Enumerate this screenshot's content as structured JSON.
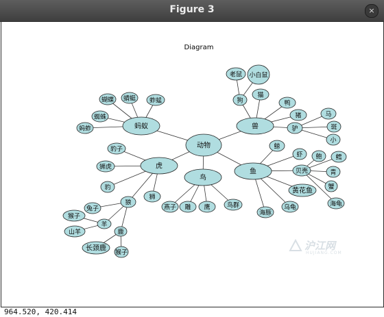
{
  "window": {
    "title": "Figure 3",
    "close_glyph": "×"
  },
  "diagram": {
    "title": "Diagram",
    "node_fill": "#b0dde0",
    "edge_color": "#333333",
    "nodes": {
      "root": {
        "label": "动物"
      },
      "ant": {
        "label": "蚂蚁"
      },
      "tiger": {
        "label": "虎"
      },
      "bird": {
        "label": "鸟"
      },
      "fish": {
        "label": "鱼"
      },
      "beast": {
        "label": "兽"
      },
      "a1": {
        "label": "蝴蝶"
      },
      "a2": {
        "label": "蜻蜓"
      },
      "a3": {
        "label": "蚱蜢"
      },
      "a4": {
        "label": "蜘蛛"
      },
      "a5": {
        "label": "蚂蚱"
      },
      "t1": {
        "label": "豹子"
      },
      "t2": {
        "label": "狮虎"
      },
      "t3": {
        "label": "豹"
      },
      "t4": {
        "label": "狼"
      },
      "t5": {
        "label": "狮"
      },
      "w1": {
        "label": "兔子"
      },
      "w2": {
        "label": "猴子"
      },
      "w3": {
        "label": "羊"
      },
      "w4": {
        "label": "山羊"
      },
      "w5": {
        "label": "鹿"
      },
      "w6": {
        "label": "长颈鹿"
      },
      "w7": {
        "label": "猴子"
      },
      "b1": {
        "label": "燕子"
      },
      "b2": {
        "label": "雕"
      },
      "b3": {
        "label": "鹰"
      },
      "b4": {
        "label": "鸟群"
      },
      "f1": {
        "label": "鲸"
      },
      "f2": {
        "label": "虾"
      },
      "f3": {
        "label": "鲍"
      },
      "f4": {
        "label": "鳕"
      },
      "f5": {
        "label": "贝壳"
      },
      "f6": {
        "label": "青"
      },
      "f7": {
        "label": "蟹"
      },
      "f8": {
        "label": "海龟"
      },
      "f9": {
        "label": "黄花鱼"
      },
      "f10": {
        "label": "乌龟"
      },
      "f11": {
        "label": "海豚"
      },
      "s1": {
        "label": "老鼠"
      },
      "s2": {
        "label": "小白鼠"
      },
      "s3": {
        "label": "狗"
      },
      "s4": {
        "label": "猫"
      },
      "s5": {
        "label": "鸭"
      },
      "s6": {
        "label": "猪"
      },
      "s7": {
        "label": "驴"
      },
      "s8": {
        "label": "马"
      },
      "s9": {
        "label": "斑"
      },
      "s10": {
        "label": "小"
      }
    }
  },
  "status": {
    "coords": "964.520,  420.414"
  },
  "watermark": {
    "brand": "沪江网",
    "sub": "HUJIANG.COM"
  }
}
